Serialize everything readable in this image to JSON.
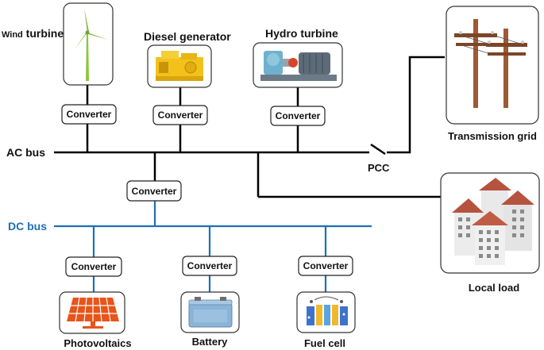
{
  "diagram": {
    "sources": {
      "wind": {
        "label_prefix": "Wind",
        "label_rest": " turbine",
        "converter": "Converter"
      },
      "diesel": {
        "label": "Diesel generator",
        "converter": "Converter"
      },
      "hydro": {
        "label": "Hydro turbine",
        "converter": "Converter"
      }
    },
    "buses": {
      "ac": {
        "label": "AC bus",
        "color": "#000000"
      },
      "dc": {
        "label": "DC bus",
        "color": "#1f6fb4"
      }
    },
    "interlink": {
      "converter": "Converter"
    },
    "pcc": {
      "label": "PCC"
    },
    "grid": {
      "label": "Transmission grid"
    },
    "load": {
      "label": "Local load"
    },
    "dc_devices": {
      "pv": {
        "label": "Photovoltaics",
        "converter": "Converter",
        "color": "#e8541a"
      },
      "battery": {
        "label": "Battery",
        "converter": "Converter"
      },
      "fuelcell": {
        "label": "Fuel cell",
        "converter": "Converter"
      }
    }
  }
}
